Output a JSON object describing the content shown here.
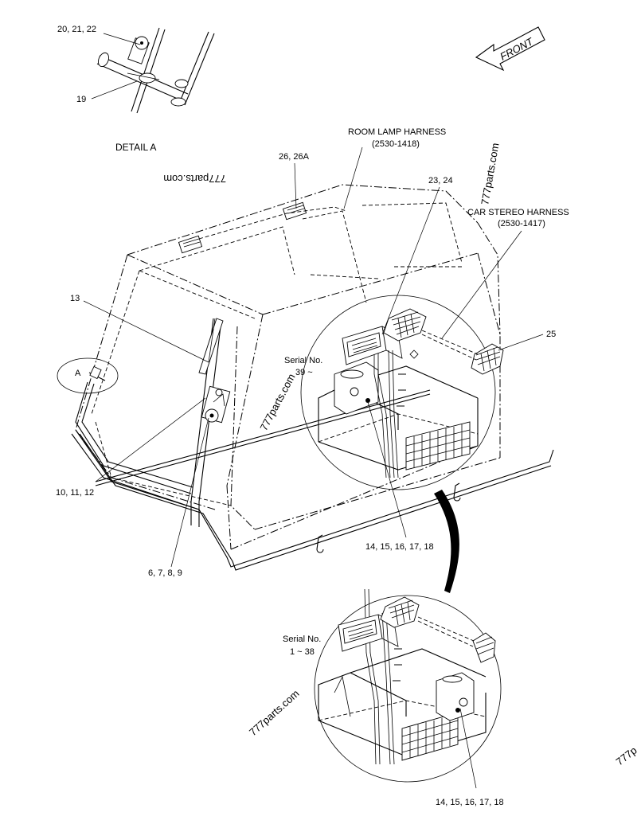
{
  "detail_a": {
    "title": "DETAIL A",
    "callout_top": "20, 21, 22",
    "callout_bottom": "19"
  },
  "front_arrow": {
    "label": "FRONT"
  },
  "harness": {
    "room_lamp": {
      "name": "ROOM LAMP HARNESS",
      "part": "(2530-1418)"
    },
    "car_stereo": {
      "name": "CAR STEREO HARNESS",
      "part": "(2530-1417)"
    }
  },
  "callouts": {
    "c26": "26, 26A",
    "c23": "23, 24",
    "c25": "25",
    "c13": "13",
    "cA": "A",
    "c10": "10, 11, 12",
    "c6": "6, 7, 8, 9",
    "c14_upper": "14, 15, 16, 17, 18",
    "c14_lower": "14, 15, 16, 17, 18"
  },
  "serial": {
    "upper": {
      "line1": "Serial No.",
      "line2": "39 ~"
    },
    "lower": {
      "line1": "Serial No.",
      "line2": "1 ~ 38"
    }
  },
  "watermarks": {
    "w1": "777parts.com",
    "w2": "777parts.com",
    "w3": "777parts.com",
    "w4": "777parts.com",
    "w5": "777p"
  }
}
